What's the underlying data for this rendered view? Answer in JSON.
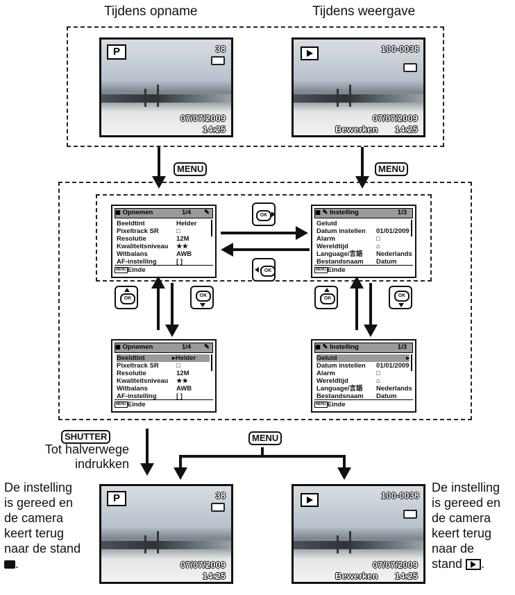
{
  "headers": {
    "recording": "Tijdens opname",
    "playback": "Tijdens weergave"
  },
  "screens": {
    "recording": {
      "mode": "P",
      "shots": "38",
      "date": "07/07/2009",
      "time": "14:25"
    },
    "playback": {
      "file": "100-0038",
      "edit": "Bewerken",
      "date": "07/07/2009",
      "time": "14:25"
    }
  },
  "buttons": {
    "menu": "MENU",
    "shutter": "SHUTTER",
    "ok": "OK",
    "menu_small": "MENU"
  },
  "menu_rec": {
    "tab": "Opnemen",
    "page": "1/4",
    "items": [
      {
        "label": "Beeldtint",
        "value": "Helder"
      },
      {
        "label": "Pixeltrack SR",
        "value": "□"
      },
      {
        "label": "Resolutie",
        "value": "12M"
      },
      {
        "label": "Kwaliteitsniveau",
        "value": "★★"
      },
      {
        "label": "Witbalans",
        "value": "AWB"
      },
      {
        "label": "AF-instelling",
        "value": "[ ]"
      }
    ],
    "selected_value": "▸Helder",
    "footer": "Einde"
  },
  "menu_set": {
    "tab": "Instelling",
    "page": "1/3",
    "items": [
      {
        "label": "Geluid",
        "value": ""
      },
      {
        "label": "Datum instellen",
        "value": "01/01/2009"
      },
      {
        "label": "Alarm",
        "value": "□"
      },
      {
        "label": "Wereldtijd",
        "value": "⌂"
      },
      {
        "label": "Language/言語",
        "value": "Nederlands"
      },
      {
        "label": "Bestandsnaam",
        "value": "Datum"
      }
    ],
    "footer": "Einde"
  },
  "shutter_caption": [
    "Tot halverwege",
    "indrukken"
  ],
  "left_note": [
    "De instelling",
    "is gereed en",
    "de camera",
    "keert terug",
    "naar de stand"
  ],
  "right_note": [
    "De instelling",
    "is gereed en",
    "de camera",
    "keert terug",
    "naar de",
    "stand"
  ]
}
